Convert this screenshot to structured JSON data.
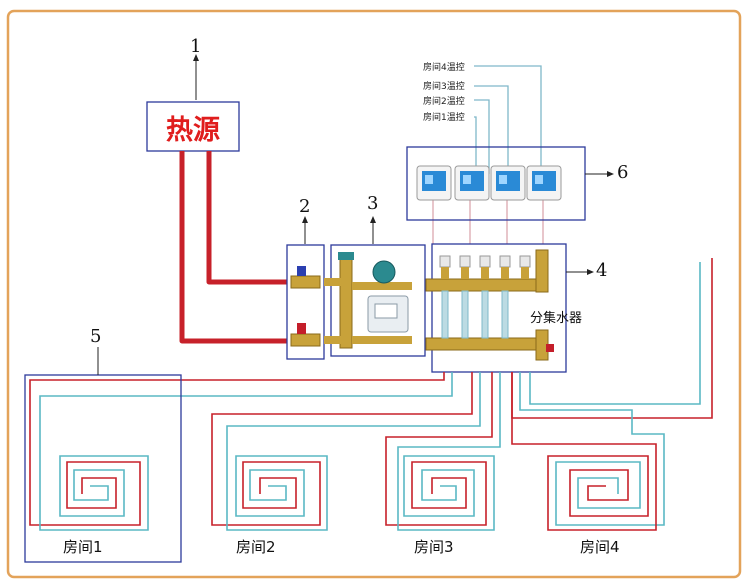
{
  "heat_source": {
    "text": "热源"
  },
  "callouts": [
    "1",
    "2",
    "3",
    "4",
    "5",
    "6"
  ],
  "thermostats": [
    "房间4温控",
    "房间3温控",
    "房间2温控",
    "房间1温控"
  ],
  "manifold_label": "分集水器",
  "rooms": [
    "房间1",
    "房间2",
    "房间3",
    "房间4"
  ],
  "colors": {
    "frame": "#e3a35a",
    "box": "#2d3a9c",
    "supply": "#c7212a",
    "return": "#5ab8c4",
    "thermo_wire": "#7fb8c9",
    "heat_text": "#e01d1d"
  }
}
